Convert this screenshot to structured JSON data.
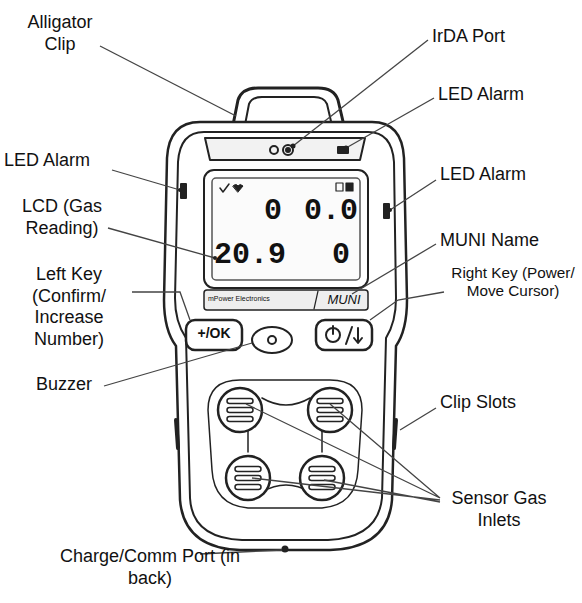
{
  "diagram": {
    "labels": [
      "Alligator Clip",
      "IrDA Port",
      "LED Alarm",
      "LED Alarm",
      "LED Alarm",
      "LCD (Gas Reading)",
      "MUNI Name",
      "Left Key (Confirm/ Increase Number)",
      "Right Key (Power/ Move Cursor)",
      "Buzzer",
      "Clip Slots",
      "Sensor Gas Inlets",
      "Charge/Comm Port (in back)",
      "0",
      "0.0",
      "20.9",
      "0",
      "MUNI",
      "mPower Electronics",
      "+/OK"
    ]
  }
}
